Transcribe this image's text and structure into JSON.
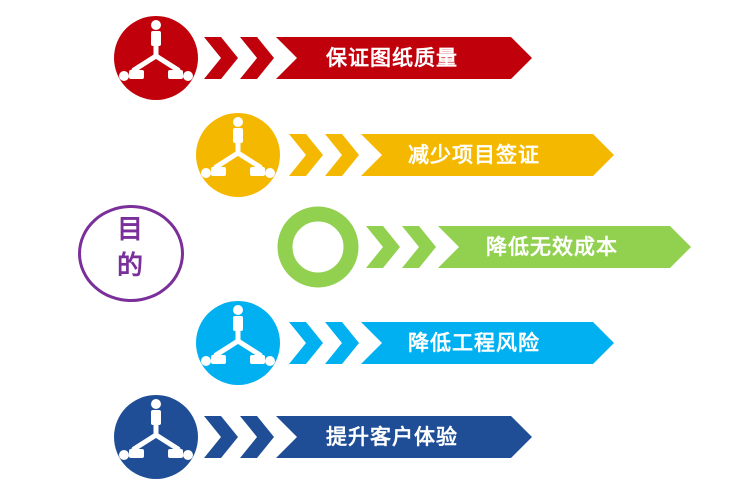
{
  "center_label": {
    "line1": "目",
    "line2": "的"
  },
  "items": [
    {
      "label": "保证图纸质量",
      "color": "#c0000b",
      "icon": "people-network-icon"
    },
    {
      "label": "减少项目签证",
      "color": "#f5b800",
      "icon": "people-network-icon"
    },
    {
      "label": "降低无效成本",
      "color": "#92d050",
      "icon": "ring-icon"
    },
    {
      "label": "降低工程风险",
      "color": "#00b0f0",
      "icon": "people-network-icon"
    },
    {
      "label": "提升客户体验",
      "color": "#1f4e96",
      "icon": "people-network-icon"
    }
  ]
}
